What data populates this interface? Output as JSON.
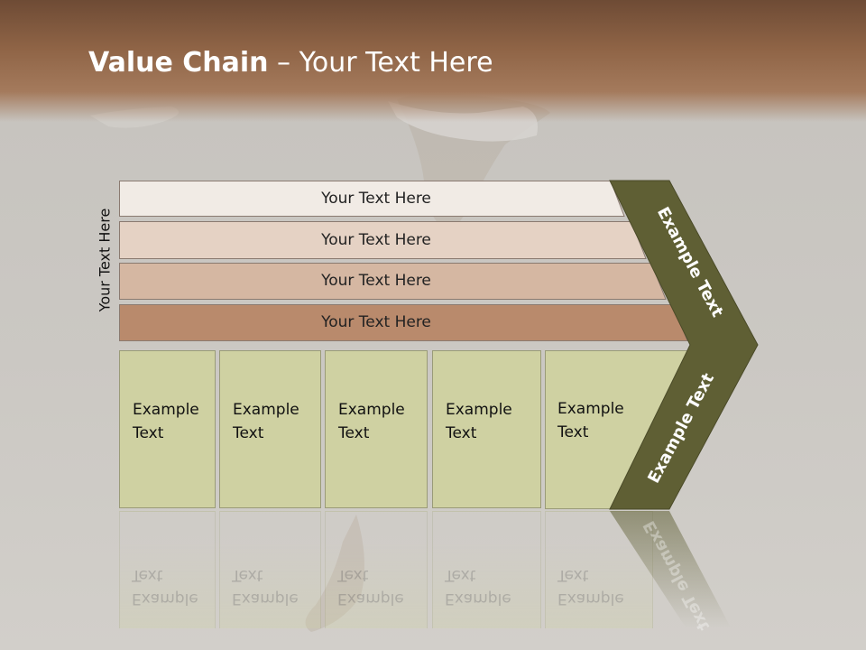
{
  "slide": {
    "title_bold": "Value Chain",
    "title_rest": " – Your Text Here",
    "side_label": "Your Text Here"
  },
  "bars": [
    {
      "label": "Your Text Here",
      "color": "#f1ebe5"
    },
    {
      "label": "Your Text Here",
      "color": "#e5d2c4"
    },
    {
      "label": "Your Text Here",
      "color": "#d5b7a2"
    },
    {
      "label": "Your Text Here",
      "color": "#b98a6c"
    }
  ],
  "columns": [
    {
      "line1": "Example",
      "line2": "Text"
    },
    {
      "line1": "Example",
      "line2": "Text"
    },
    {
      "line1": "Example",
      "line2": "Text"
    },
    {
      "line1": "Example",
      "line2": "Text"
    },
    {
      "line1": "Example",
      "line2": "Text"
    }
  ],
  "chevron": {
    "upper_label": "Example Text",
    "lower_label": "Example Text",
    "color": "#5f5f34"
  },
  "colors": {
    "header": "#8f6446",
    "column_fill": "#cfd1a2"
  }
}
